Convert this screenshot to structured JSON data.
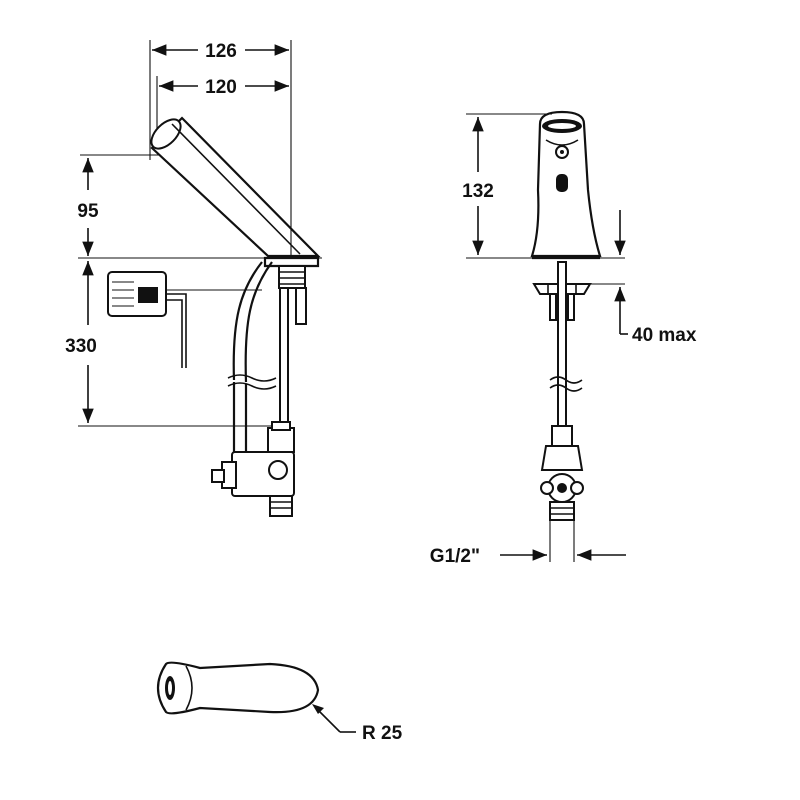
{
  "dimensions": {
    "width_overall": "126",
    "width_spout": "120",
    "height_above_deck": "95",
    "height_below_deck": "330",
    "front_height": "132",
    "deck_thickness": "40 max",
    "connection_thread": "G1/2\"",
    "spout_radius": "R 25"
  }
}
